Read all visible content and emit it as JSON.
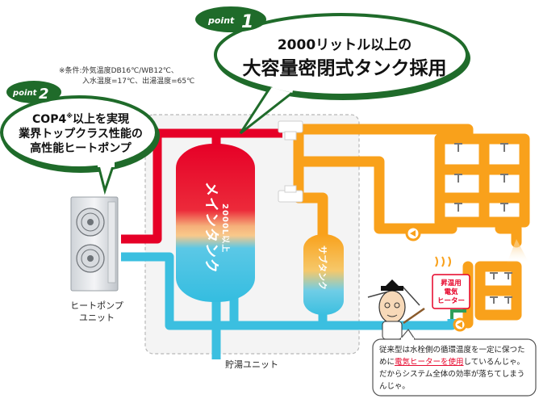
{
  "point1": {
    "tag": "point",
    "num": "1",
    "line1": "2000リットル以上の",
    "line2": "大容量密閉式タンク採用"
  },
  "point2": {
    "tag": "point",
    "num": "2",
    "line1": "COP4",
    "line1_sup": "※",
    "line1_rest": "以上を実現",
    "line2": "業界トップクラス性能の",
    "line3": "高性能ヒートポンプ"
  },
  "note": {
    "line1": "※条件:外気温度DB16℃/WB12℃、",
    "line2": "入水温度=17℃、出湯温度=65℃"
  },
  "main_tank": {
    "title": "メインタンク",
    "capacity": "2000L以上"
  },
  "sub_tank": {
    "title": "サブタンク"
  },
  "labels": {
    "heat_pump_1": "ヒートポンプ",
    "heat_pump_2": "ユニット",
    "storage_unit": "貯湯ユニット"
  },
  "heater": {
    "line1": "昇温用",
    "line2": "電気",
    "line3": "ヒーター"
  },
  "speech": {
    "line1": "従来型は水栓側の循環温度を一定に保つた",
    "line2_pre": "めに",
    "line2_hl": "電気ヒーターを使用",
    "line2_post": "しているんじゃ。",
    "line3": "だからシステム全体の効率が落ちてしまう",
    "line4": "んじゃ。"
  },
  "colors": {
    "hot": "#e60027",
    "warm": "#f9a11b",
    "cold": "#3bbfe0",
    "green": "#2e7d32",
    "bubble_green": "#1f6b2a",
    "highlight": "#e60027"
  }
}
